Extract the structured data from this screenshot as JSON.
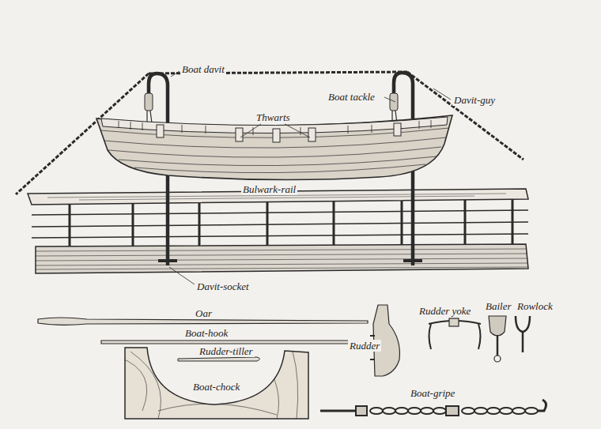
{
  "diagram": {
    "labels": [
      "Boat davit",
      "Thwarts",
      "Boat tackle",
      "Davit-guy",
      "Bulwark-rail",
      "Davit-socket",
      "Oar",
      "Boat-hook",
      "Rudder-tiller",
      "Boat-chock",
      "Rudder",
      "Rudder yoke",
      "Bailer",
      "Rowlock",
      "Boat-gripe"
    ]
  }
}
